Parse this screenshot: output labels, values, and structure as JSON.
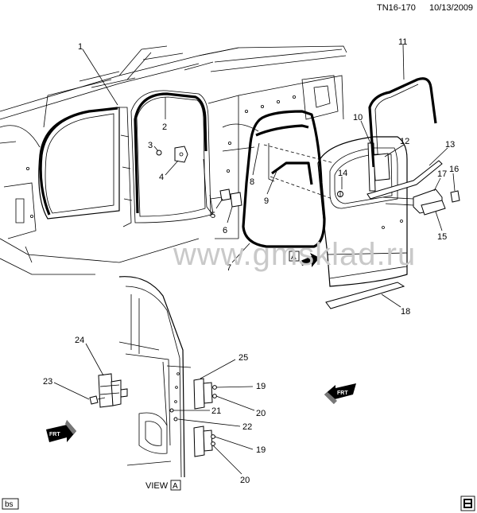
{
  "header": {
    "code": "TN16-170",
    "date": "10/13/2009"
  },
  "watermark": "www.gmsklad.ru",
  "view": {
    "caption": "VIEW",
    "letter": "A",
    "callout_letter": "A"
  },
  "arrows": {
    "label": "FRT"
  },
  "footer": {
    "left_tag": "bs"
  },
  "callouts": [
    "1",
    "2",
    "3",
    "4",
    "5",
    "6",
    "7",
    "8",
    "9",
    "10",
    "11",
    "12",
    "13",
    "14",
    "15",
    "16",
    "17",
    "18",
    "19",
    "19",
    "20",
    "20",
    "21",
    "22",
    "23",
    "24",
    "25"
  ],
  "colors": {
    "line": "#000000",
    "watermark": "#c9c9c9",
    "background": "#ffffff"
  },
  "icons": [
    "arrow-frt-icon",
    "corner-logo-icon"
  ]
}
